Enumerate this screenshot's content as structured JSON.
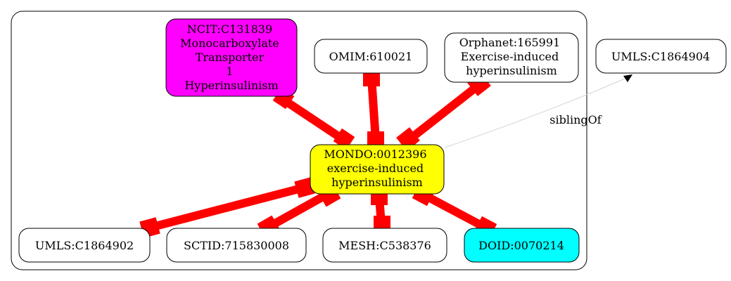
{
  "colors": {
    "background": "#ffffff",
    "node_stroke": "#000000",
    "edge_red": "#ff0000",
    "sibling_edge": "#d3d3d3",
    "center_fill": "#ffff00",
    "ncit_fill": "#ff00ff",
    "doid_fill": "#00ffff",
    "default_fill": "#ffffff"
  },
  "nodes": {
    "ncit": {
      "lines": [
        "NCIT:C131839",
        "Monocarboxylate",
        "Transporter",
        "1",
        "Hyperinsulinism"
      ],
      "fill": "#ff00ff"
    },
    "omim": {
      "lines": [
        "OMIM:610021"
      ],
      "fill": "#ffffff"
    },
    "orphanet": {
      "lines": [
        "Orphanet:165991",
        "Exercise-induced",
        "hyperinsulinism"
      ],
      "fill": "#ffffff"
    },
    "umls_external": {
      "lines": [
        "UMLS:C1864904"
      ],
      "fill": "#ffffff"
    },
    "mondo": {
      "lines": [
        "MONDO:0012396",
        "exercise-induced",
        "hyperinsulinism"
      ],
      "fill": "#ffff00"
    },
    "umls": {
      "lines": [
        "UMLS:C1864902"
      ],
      "fill": "#ffffff"
    },
    "sctid": {
      "lines": [
        "SCTID:715830008"
      ],
      "fill": "#ffffff"
    },
    "mesh": {
      "lines": [
        "MESH:C538376"
      ],
      "fill": "#ffffff"
    },
    "doid": {
      "lines": [
        "DOID:0070214"
      ],
      "fill": "#00ffff"
    }
  },
  "edges": {
    "sibling_label": "siblingOf"
  }
}
